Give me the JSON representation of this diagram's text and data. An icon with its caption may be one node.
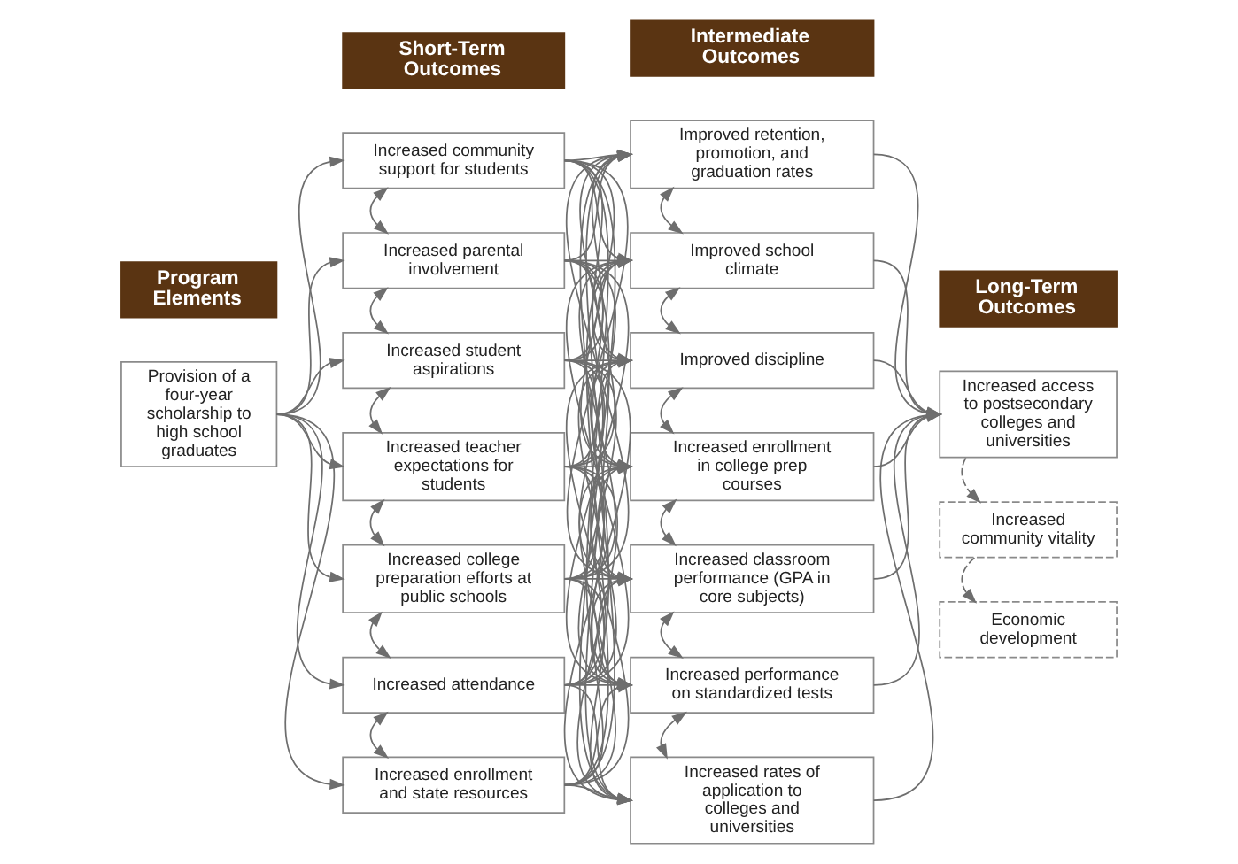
{
  "diagram": {
    "nodes": [
      {
        "text": [
          "Program Elements"
        ]
      },
      {
        "text": [
          "Short-Term Outcomes"
        ]
      },
      {
        "text": [
          "Intermediate Outcomes"
        ]
      },
      {
        "text": [
          "Long-Term Outcomes"
        ]
      },
      {
        "text": [
          "Provision of a four-year scholarship to high school graduates"
        ]
      },
      {
        "text": [
          "Increased community support for students"
        ]
      },
      {
        "text": [
          "Increased parental involvement"
        ]
      },
      {
        "text": [
          "Increased student aspirations"
        ]
      },
      {
        "text": [
          "Increased teacher expectations for students"
        ]
      },
      {
        "text": [
          "Increased college preparation efforts at public schools"
        ]
      },
      {
        "text": [
          "Increased attendance"
        ]
      },
      {
        "text": [
          "Increased enrollment and state resources"
        ]
      },
      {
        "text": [
          "Improved retention, promotion, and graduation rates"
        ]
      },
      {
        "text": [
          "Improved school climate"
        ]
      },
      {
        "text": [
          "Improved discipline"
        ]
      },
      {
        "text": [
          "Increased enrollment in college prep courses"
        ]
      },
      {
        "text": [
          "Increased classroom performance (GPA in core subjects)"
        ]
      },
      {
        "text": [
          "Increased performance on standardized tests"
        ]
      },
      {
        "text": [
          "Increased rates of application to colleges and universities"
        ]
      },
      {
        "text": [
          "Increased access to postsecondary colleges and universities"
        ]
      },
      {
        "text": [
          "Increased community vitality"
        ]
      },
      {
        "text": [
          "Economic development"
        ]
      }
    ],
    "edges": [
      {
        "from": 4,
        "to": 5,
        "arrow": "to"
      },
      {
        "from": 4,
        "to": 6,
        "arrow": "to"
      },
      {
        "from": 4,
        "to": 7,
        "arrow": "to"
      },
      {
        "from": 4,
        "to": 8,
        "arrow": "to"
      },
      {
        "from": 4,
        "to": 9,
        "arrow": "to"
      },
      {
        "from": 4,
        "to": 10,
        "arrow": "to"
      },
      {
        "from": 4,
        "to": 11,
        "arrow": "to"
      },
      {
        "from": 5,
        "to": 6,
        "arrow": "both"
      },
      {
        "from": 6,
        "to": 7,
        "arrow": "both"
      },
      {
        "from": 7,
        "to": 8,
        "arrow": "both"
      },
      {
        "from": 8,
        "to": 9,
        "arrow": "both"
      },
      {
        "from": 9,
        "to": 10,
        "arrow": "both"
      },
      {
        "from": 10,
        "to": 11,
        "arrow": "both"
      },
      {
        "from": 5,
        "to": 12,
        "arrow": "to"
      },
      {
        "from": 5,
        "to": 13,
        "arrow": "to"
      },
      {
        "from": 5,
        "to": 14,
        "arrow": "to"
      },
      {
        "from": 5,
        "to": 15,
        "arrow": "to"
      },
      {
        "from": 5,
        "to": 16,
        "arrow": "to"
      },
      {
        "from": 5,
        "to": 17,
        "arrow": "to"
      },
      {
        "from": 5,
        "to": 18,
        "arrow": "to"
      },
      {
        "from": 6,
        "to": 12,
        "arrow": "to"
      },
      {
        "from": 6,
        "to": 13,
        "arrow": "to"
      },
      {
        "from": 6,
        "to": 14,
        "arrow": "to"
      },
      {
        "from": 6,
        "to": 15,
        "arrow": "to"
      },
      {
        "from": 6,
        "to": 16,
        "arrow": "to"
      },
      {
        "from": 6,
        "to": 17,
        "arrow": "to"
      },
      {
        "from": 6,
        "to": 18,
        "arrow": "to"
      },
      {
        "from": 7,
        "to": 12,
        "arrow": "to"
      },
      {
        "from": 7,
        "to": 13,
        "arrow": "to"
      },
      {
        "from": 7,
        "to": 14,
        "arrow": "to"
      },
      {
        "from": 7,
        "to": 15,
        "arrow": "to"
      },
      {
        "from": 7,
        "to": 16,
        "arrow": "to"
      },
      {
        "from": 7,
        "to": 17,
        "arrow": "to"
      },
      {
        "from": 7,
        "to": 18,
        "arrow": "to"
      },
      {
        "from": 8,
        "to": 12,
        "arrow": "to"
      },
      {
        "from": 8,
        "to": 13,
        "arrow": "to"
      },
      {
        "from": 8,
        "to": 14,
        "arrow": "to"
      },
      {
        "from": 8,
        "to": 15,
        "arrow": "to"
      },
      {
        "from": 8,
        "to": 16,
        "arrow": "to"
      },
      {
        "from": 8,
        "to": 17,
        "arrow": "to"
      },
      {
        "from": 8,
        "to": 18,
        "arrow": "to"
      },
      {
        "from": 9,
        "to": 12,
        "arrow": "to"
      },
      {
        "from": 9,
        "to": 13,
        "arrow": "to"
      },
      {
        "from": 9,
        "to": 14,
        "arrow": "to"
      },
      {
        "from": 9,
        "to": 15,
        "arrow": "to"
      },
      {
        "from": 9,
        "to": 16,
        "arrow": "to"
      },
      {
        "from": 9,
        "to": 17,
        "arrow": "to"
      },
      {
        "from": 9,
        "to": 18,
        "arrow": "to"
      },
      {
        "from": 10,
        "to": 12,
        "arrow": "to"
      },
      {
        "from": 10,
        "to": 13,
        "arrow": "to"
      },
      {
        "from": 10,
        "to": 14,
        "arrow": "to"
      },
      {
        "from": 10,
        "to": 15,
        "arrow": "to"
      },
      {
        "from": 10,
        "to": 16,
        "arrow": "to"
      },
      {
        "from": 10,
        "to": 17,
        "arrow": "to"
      },
      {
        "from": 10,
        "to": 18,
        "arrow": "to"
      },
      {
        "from": 11,
        "to": 12,
        "arrow": "to"
      },
      {
        "from": 11,
        "to": 13,
        "arrow": "to"
      },
      {
        "from": 11,
        "to": 14,
        "arrow": "to"
      },
      {
        "from": 11,
        "to": 15,
        "arrow": "to"
      },
      {
        "from": 11,
        "to": 16,
        "arrow": "to"
      },
      {
        "from": 11,
        "to": 17,
        "arrow": "to"
      },
      {
        "from": 11,
        "to": 18,
        "arrow": "to"
      },
      {
        "from": 12,
        "to": 13,
        "arrow": "both"
      },
      {
        "from": 13,
        "to": 14,
        "arrow": "both"
      },
      {
        "from": 14,
        "to": 15,
        "arrow": "both"
      },
      {
        "from": 15,
        "to": 16,
        "arrow": "both"
      },
      {
        "from": 16,
        "to": 17,
        "arrow": "both"
      },
      {
        "from": 17,
        "to": 18,
        "arrow": "both"
      },
      {
        "from": 12,
        "to": 19,
        "arrow": "to"
      },
      {
        "from": 13,
        "to": 19,
        "arrow": "to"
      },
      {
        "from": 14,
        "to": 19,
        "arrow": "to"
      },
      {
        "from": 15,
        "to": 19,
        "arrow": "to"
      },
      {
        "from": 16,
        "to": 19,
        "arrow": "to"
      },
      {
        "from": 17,
        "to": 19,
        "arrow": "to"
      },
      {
        "from": 18,
        "to": 19,
        "arrow": "to"
      },
      {
        "from": 19,
        "to": 20,
        "arrow": "to",
        "style": "dashed"
      },
      {
        "from": 20,
        "to": 21,
        "arrow": "to",
        "style": "dashed"
      }
    ]
  }
}
